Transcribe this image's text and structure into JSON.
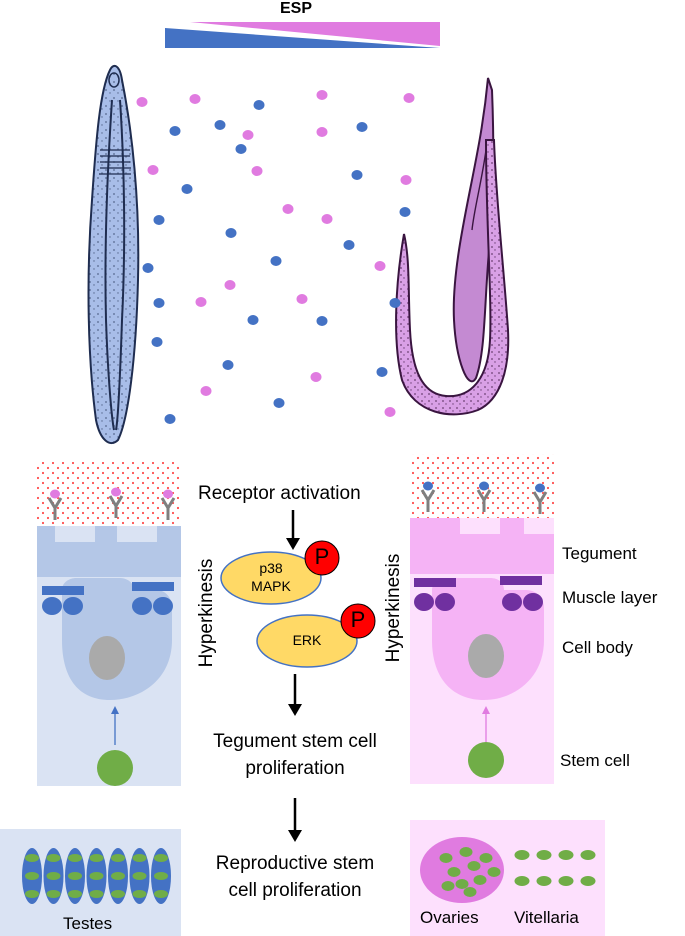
{
  "gradient": {
    "label": "ESP",
    "left_color": "#4472c4",
    "right_color": "#e07be0"
  },
  "colors": {
    "male_dark": "#4472c4",
    "male_light": "#b4c7e7",
    "male_panel": "#dae3f3",
    "female_dark": "#e07be0",
    "female_light": "#f5b3f5",
    "female_panel": "#fde0fd",
    "green": "#70ad47",
    "yellow": "#ffd966",
    "red": "#ff0000",
    "dots_red": "#ff4d4d"
  },
  "labels": {
    "receptor": "Receptor activation",
    "p38_line1": "p38",
    "p38_line2": "MAPK",
    "phospho_p38": "P",
    "erk": "ERK",
    "phospho_erk": "P",
    "hyperkinesis_left": "Hyperkinesis",
    "hyperkinesis_right": "Hyperkinesis",
    "tegument_prolif_1": "Tegument stem cell",
    "tegument_prolif_2": "proliferation",
    "repro_prolif_1": "Reproductive stem",
    "repro_prolif_2": "cell proliferation",
    "tegument": "Tegument",
    "muscle_layer": "Muscle layer",
    "cell_body": "Cell body",
    "stem_cell": "Stem cell",
    "testes": "Testes",
    "ovaries": "Ovaries",
    "vitellaria": "Vitellaria"
  },
  "icons": {
    "receptor": "y-receptor-icon",
    "arrow": "down-arrow-icon",
    "male_worm": "male-schistosome-illustration",
    "female_worm": "female-schistosome-illustration"
  }
}
